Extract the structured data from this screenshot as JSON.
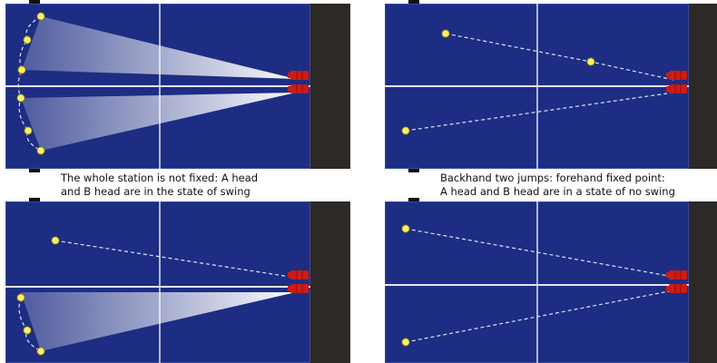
{
  "captions": {
    "top_left": [
      "The whole station is not fixed: A head",
      "and B head are in the state of swing"
    ],
    "top_right": [
      "Backhand two jumps: forehand fixed point:",
      "A head and B head are in a state of no swing"
    ]
  },
  "colors": {
    "table": "#1d2d83",
    "table_line": "#e6e6ee",
    "end_wall": "#2d2926",
    "ball": "#f6ef6a",
    "ball_stroke": "#7a6a10",
    "robot": "#cc1c16",
    "fan": "#ffffff",
    "path_dash": "#dfe3f5",
    "background": "#ffffff"
  },
  "panels": [
    {
      "id": "top-left",
      "mode": "swing"
    },
    {
      "id": "top-right",
      "mode": "fixed"
    },
    {
      "id": "bottom-left",
      "mode": "mixed"
    },
    {
      "id": "bottom-right",
      "mode": "fixed"
    }
  ]
}
